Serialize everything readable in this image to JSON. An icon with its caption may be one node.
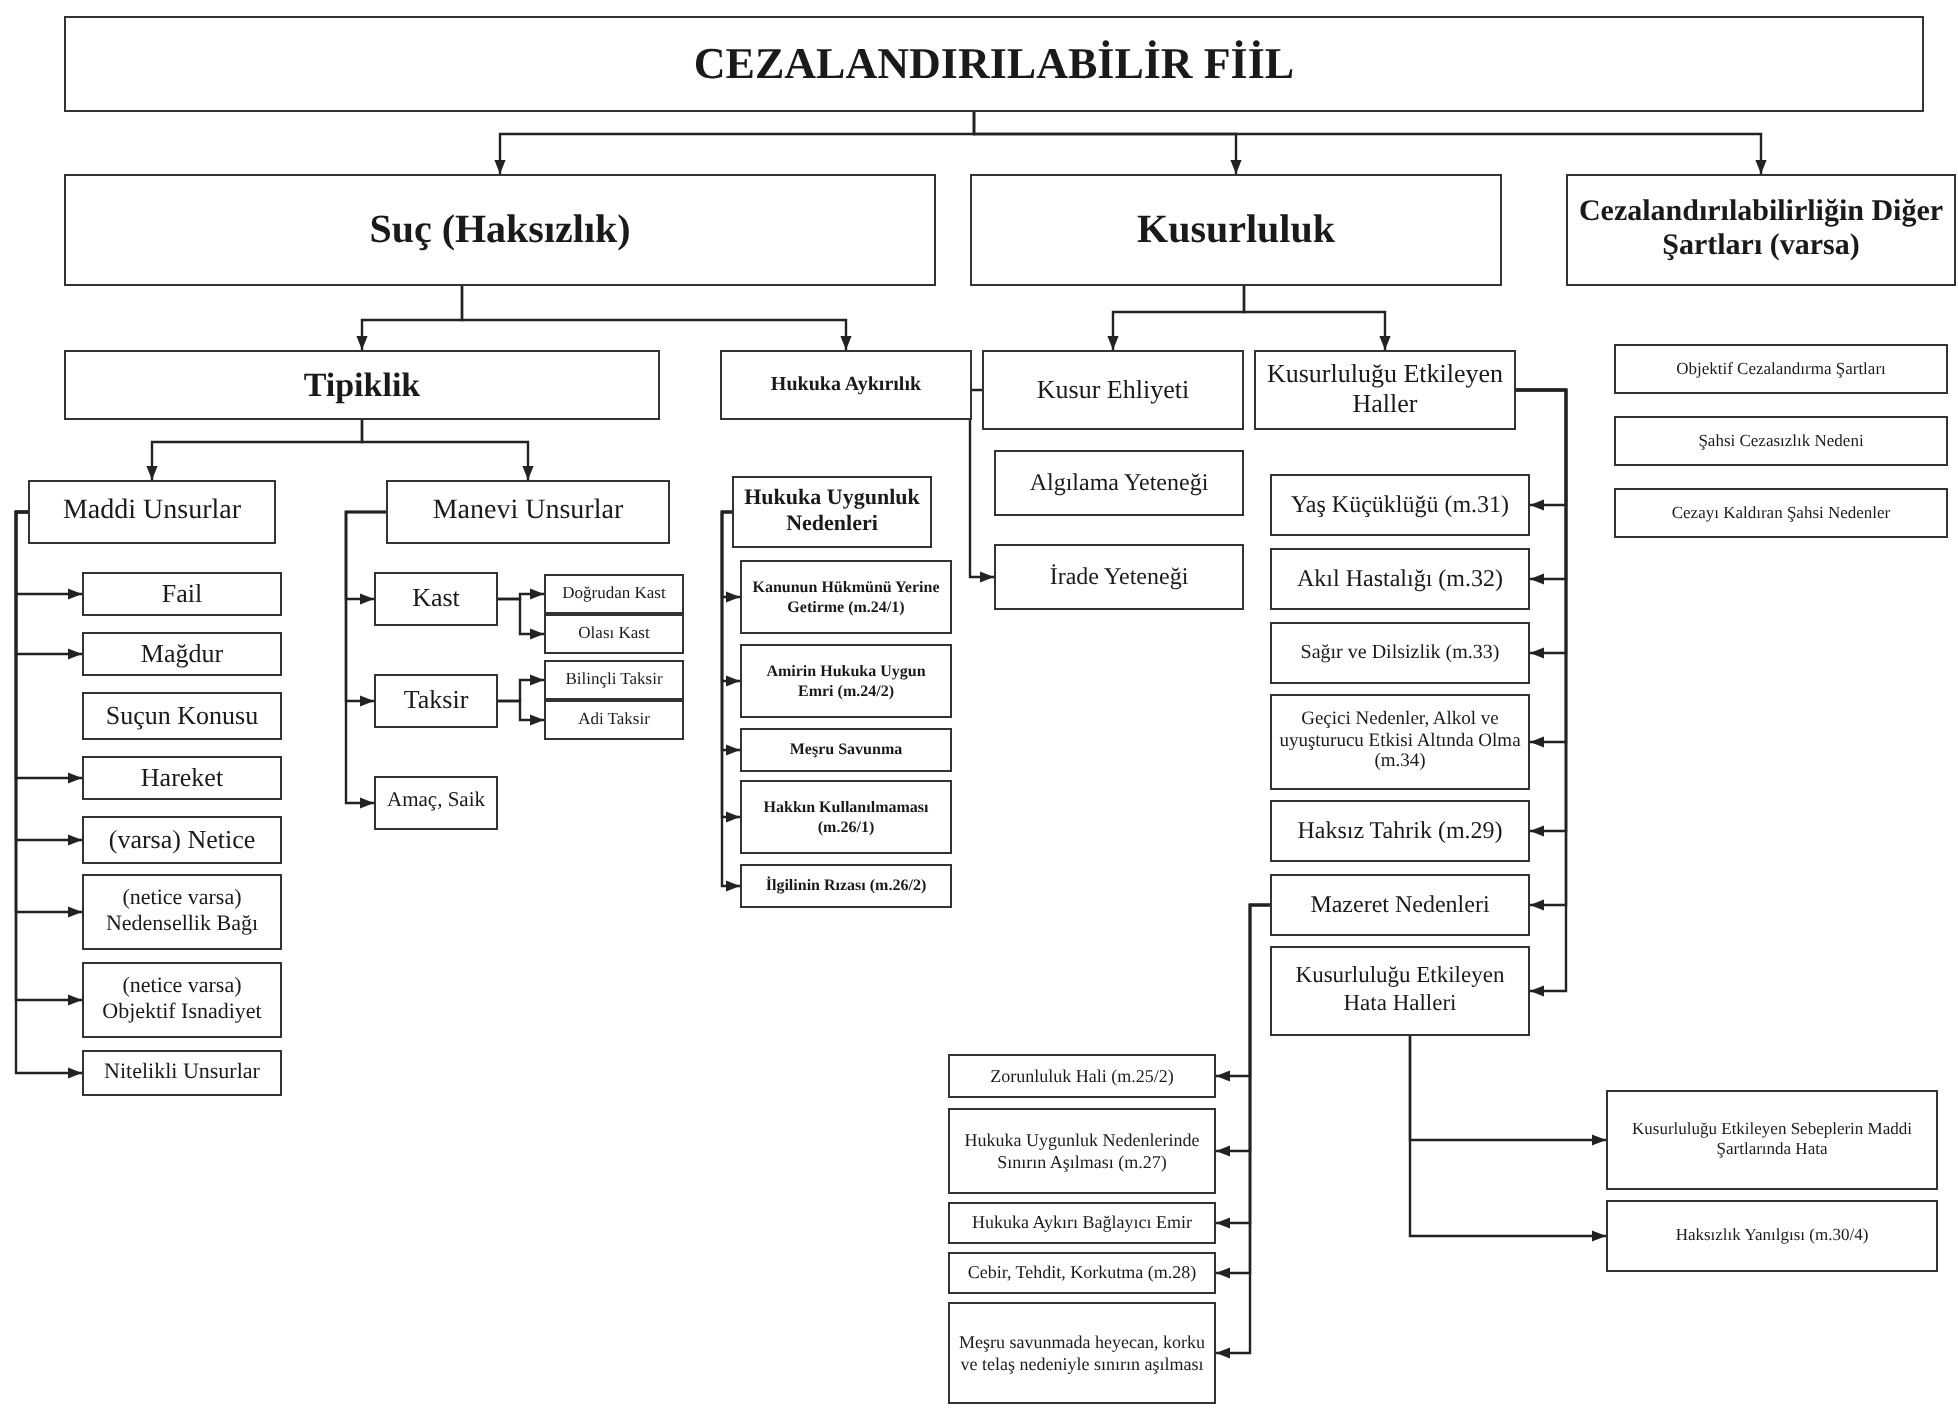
{
  "diagram": {
    "nodes": [
      {
        "text": [
          "CEZALANDIRILABİLİR FİİL"
        ]
      },
      {
        "text": [
          "Suç (Haksızlık)"
        ]
      },
      {
        "text": [
          "Kusurluluk"
        ]
      },
      {
        "text": [
          "Cezalandırılabilirliğin Diğer Şartları (varsa)"
        ]
      },
      {
        "text": [
          "Tipiklik"
        ]
      },
      {
        "text": [
          "Hukuka Aykırılık"
        ]
      },
      {
        "text": [
          "Maddi Unsurlar"
        ]
      },
      {
        "text": [
          "Manevi Unsurlar"
        ]
      },
      {
        "text": [
          "Fail"
        ]
      },
      {
        "text": [
          "Mağdur"
        ]
      },
      {
        "text": [
          "Suçun Konusu"
        ]
      },
      {
        "text": [
          "Hareket"
        ]
      },
      {
        "text": [
          "(varsa) Netice"
        ]
      },
      {
        "text": [
          "(netice varsa) Nedensellik Bağı"
        ]
      },
      {
        "text": [
          "(netice varsa) Objektif Isnadiyet"
        ]
      },
      {
        "text": [
          "Nitelikli Unsurlar"
        ]
      },
      {
        "text": [
          "Kast"
        ]
      },
      {
        "text": [
          "Doğrudan Kast"
        ]
      },
      {
        "text": [
          "Olası Kast"
        ]
      },
      {
        "text": [
          "Taksir"
        ]
      },
      {
        "text": [
          "Bilinçli Taksir"
        ]
      },
      {
        "text": [
          "Adi Taksir"
        ]
      },
      {
        "text": [
          "Amaç, Saik"
        ]
      },
      {
        "text": [
          "Hukuka Uygunluk Nedenleri"
        ]
      },
      {
        "text": [
          "Kanunun Hükmünü Yerine Getirme (m.24/1)"
        ]
      },
      {
        "text": [
          "Amirin Hukuka Uygun Emri (m.24/2)"
        ]
      },
      {
        "text": [
          "Meşru Savunma"
        ]
      },
      {
        "text": [
          "Hakkın Kullanılmaması (m.26/1)"
        ]
      },
      {
        "text": [
          "İlgilinin Rızası (m.26/2)"
        ]
      },
      {
        "text": [
          "Kusur Ehliyeti"
        ]
      },
      {
        "text": [
          "Kusurluluğu Etkileyen Haller"
        ]
      },
      {
        "text": [
          "Algılama Yeteneği"
        ]
      },
      {
        "text": [
          "İrade Yeteneği"
        ]
      },
      {
        "text": [
          "Yaş Küçüklüğü (m.31)"
        ]
      },
      {
        "text": [
          "Akıl Hastalığı (m.32)"
        ]
      },
      {
        "text": [
          "Sağır ve Dilsizlik (m.33)"
        ]
      },
      {
        "text": [
          "Geçici Nedenler, Alkol ve uyuşturucu Etkisi Altında Olma (m.34)"
        ]
      },
      {
        "text": [
          "Haksız Tahrik (m.29)"
        ]
      },
      {
        "text": [
          "Mazeret Nedenleri"
        ]
      },
      {
        "text": [
          "Kusurluluğu Etkileyen Hata Halleri"
        ]
      },
      {
        "text": [
          "Zorunluluk Hali (m.25/2)"
        ]
      },
      {
        "text": [
          "Hukuka Uygunluk Nedenlerinde Sınırın Aşılması (m.27)"
        ]
      },
      {
        "text": [
          "Hukuka Aykırı Bağlayıcı Emir"
        ]
      },
      {
        "text": [
          "Cebir, Tehdit, Korkutma (m.28)"
        ]
      },
      {
        "text": [
          "Meşru savunmada heyecan, korku ve telaş nedeniyle sınırın aşılması"
        ]
      },
      {
        "text": [
          "Kusurluluğu Etkileyen Sebeplerin Maddi Şartlarında Hata"
        ]
      },
      {
        "text": [
          "Haksızlık Yanılgısı (m.30/4)"
        ]
      },
      {
        "text": [
          "Objektif Cezalandırma Şartları"
        ]
      },
      {
        "text": [
          "Şahsi Cezasızlık Nedeni"
        ]
      },
      {
        "text": [
          "Cezayı Kaldıran Şahsi Nedenler"
        ]
      }
    ],
    "edges": [
      {
        "from": 0,
        "to": 1,
        "arrow": "to"
      },
      {
        "from": 0,
        "to": 2,
        "arrow": "to"
      },
      {
        "from": 0,
        "to": 3,
        "arrow": "to"
      },
      {
        "from": 1,
        "to": 4,
        "arrow": "to"
      },
      {
        "from": 1,
        "to": 5,
        "arrow": "to"
      },
      {
        "from": 2,
        "to": 29,
        "arrow": "to"
      },
      {
        "from": 2,
        "to": 30,
        "arrow": "to"
      },
      {
        "from": 4,
        "to": 6,
        "arrow": "to"
      },
      {
        "from": 4,
        "to": 7,
        "arrow": "to"
      },
      {
        "from": 6,
        "to": 8,
        "arrow": "to"
      },
      {
        "from": 6,
        "to": 9,
        "arrow": "to"
      },
      {
        "from": 6,
        "to": 11,
        "arrow": "to"
      },
      {
        "from": 6,
        "to": 12,
        "arrow": "to"
      },
      {
        "from": 6,
        "to": 13,
        "arrow": "to"
      },
      {
        "from": 6,
        "to": 14,
        "arrow": "to"
      },
      {
        "from": 6,
        "to": 15,
        "arrow": "to"
      },
      {
        "from": 7,
        "to": 16,
        "arrow": "to"
      },
      {
        "from": 7,
        "to": 19,
        "arrow": "to"
      },
      {
        "from": 7,
        "to": 22,
        "arrow": "to"
      },
      {
        "from": 16,
        "to": 17,
        "arrow": "to"
      },
      {
        "from": 16,
        "to": 18,
        "arrow": "to"
      },
      {
        "from": 19,
        "to": 20,
        "arrow": "to"
      },
      {
        "from": 19,
        "to": 21,
        "arrow": "to"
      },
      {
        "from": 23,
        "to": 24,
        "arrow": "to"
      },
      {
        "from": 23,
        "to": 25,
        "arrow": "to"
      },
      {
        "from": 23,
        "to": 26,
        "arrow": "to"
      },
      {
        "from": 23,
        "to": 27,
        "arrow": "to"
      },
      {
        "from": 23,
        "to": 28,
        "arrow": "to"
      },
      {
        "from": 29,
        "to": 32,
        "arrow": "to"
      },
      {
        "from": 30,
        "to": 33,
        "arrow": "to"
      },
      {
        "from": 30,
        "to": 34,
        "arrow": "to"
      },
      {
        "from": 30,
        "to": 35,
        "arrow": "to"
      },
      {
        "from": 30,
        "to": 36,
        "arrow": "to"
      },
      {
        "from": 30,
        "to": 37,
        "arrow": "to"
      },
      {
        "from": 30,
        "to": 38,
        "arrow": "to"
      },
      {
        "from": 30,
        "to": 39,
        "arrow": "to"
      },
      {
        "from": 38,
        "to": 40,
        "arrow": "to"
      },
      {
        "from": 38,
        "to": 41,
        "arrow": "to"
      },
      {
        "from": 38,
        "to": 42,
        "arrow": "to"
      },
      {
        "from": 38,
        "to": 43,
        "arrow": "to"
      },
      {
        "from": 38,
        "to": 44,
        "arrow": "to"
      },
      {
        "from": 39,
        "to": 45,
        "arrow": "to"
      },
      {
        "from": 39,
        "to": 46,
        "arrow": "to"
      }
    ]
  }
}
